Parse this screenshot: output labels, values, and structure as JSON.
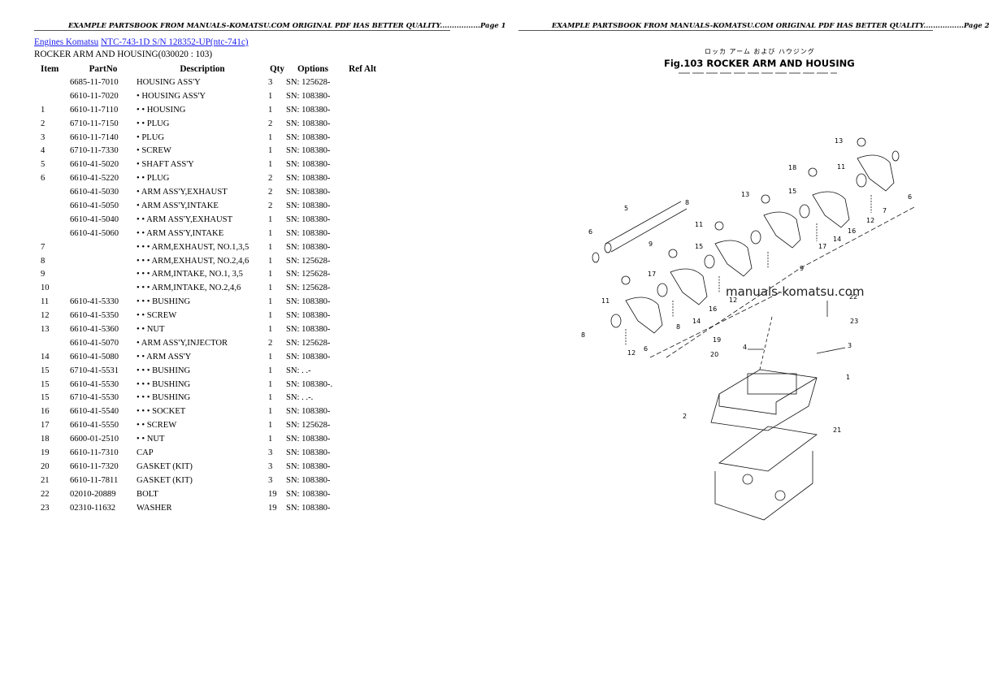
{
  "header": {
    "left": "EXAMPLE PARTSBOOK FROM MANUALS-KOMATSU.COM ORIGINAL PDF HAS BETTER QUALITY.................Page 1",
    "right": "EXAMPLE PARTSBOOK FROM MANUALS-KOMATSU.COM ORIGINAL PDF HAS BETTER QUALITY.................Page 2"
  },
  "breadcrumb": {
    "link1": "Engines Komatsu",
    "link2": "NTC-743-1D S/N 128352-UP(ntc-741c)"
  },
  "subtitle": "ROCKER ARM AND HOUSING(030020 : 103)",
  "columns": [
    "Item",
    "PartNo",
    "Description",
    "Qty",
    "Options",
    "Ref Alt"
  ],
  "rows": [
    [
      "",
      "6685-11-7010",
      "HOUSING ASS'Y",
      "3",
      "SN: 125628-",
      ""
    ],
    [
      "",
      "6610-11-7020",
      "• HOUSING ASS'Y",
      "1",
      "SN: 108380-",
      ""
    ],
    [
      "1",
      "6610-11-7110",
      "• • HOUSING",
      "1",
      "SN: 108380-",
      ""
    ],
    [
      "2",
      "6710-11-7150",
      "• • PLUG",
      "2",
      "SN: 108380-",
      ""
    ],
    [
      "3",
      "6610-11-7140",
      "• PLUG",
      "1",
      "SN: 108380-",
      ""
    ],
    [
      "4",
      "6710-11-7330",
      "• SCREW",
      "1",
      "SN: 108380-",
      ""
    ],
    [
      "5",
      "6610-41-5020",
      "• SHAFT ASS'Y",
      "1",
      "SN: 108380-",
      ""
    ],
    [
      "6",
      "6610-41-5220",
      "• • PLUG",
      "2",
      "SN: 108380-",
      ""
    ],
    [
      "",
      "6610-41-5030",
      "• ARM ASS'Y,EXHAUST",
      "2",
      "SN: 108380-",
      ""
    ],
    [
      "",
      "6610-41-5050",
      "• ARM ASS'Y,INTAKE",
      "2",
      "SN: 108380-",
      ""
    ],
    [
      "",
      "6610-41-5040",
      "• • ARM ASS'Y,EXHAUST",
      "1",
      "SN: 108380-",
      ""
    ],
    [
      "",
      "6610-41-5060",
      "• • ARM ASS'Y,INTAKE",
      "1",
      "SN: 108380-",
      ""
    ],
    [
      "7",
      "",
      "• • • ARM,EXHAUST, NO.1,3,5",
      "1",
      "SN: 108380-",
      ""
    ],
    [
      "8",
      "",
      "• • • ARM,EXHAUST, NO.2,4,6",
      "1",
      "SN: 125628-",
      ""
    ],
    [
      "9",
      "",
      "• • • ARM,INTAKE, NO.1, 3,5",
      "1",
      "SN: 125628-",
      ""
    ],
    [
      "10",
      "",
      "• • • ARM,INTAKE, NO.2,4,6",
      "1",
      "SN: 125628-",
      ""
    ],
    [
      "11",
      "6610-41-5330",
      "• • • BUSHING",
      "1",
      "SN: 108380-",
      ""
    ],
    [
      "12",
      "6610-41-5350",
      "• • SCREW",
      "1",
      "SN: 108380-",
      ""
    ],
    [
      "13",
      "6610-41-5360",
      "• • NUT",
      "1",
      "SN: 108380-",
      ""
    ],
    [
      "",
      "6610-41-5070",
      "• ARM ASS'Y,INJECTOR",
      "2",
      "SN: 125628-",
      ""
    ],
    [
      "14",
      "6610-41-5080",
      "• • ARM ASS'Y",
      "1",
      "SN: 108380-",
      ""
    ],
    [
      "15",
      "6710-41-5531",
      "• • • BUSHING",
      "1",
      "SN: . .-",
      ""
    ],
    [
      "15",
      "6610-41-5530",
      "• • • BUSHING",
      "1",
      "SN: 108380-.",
      ""
    ],
    [
      "15",
      "6710-41-5530",
      "• • • BUSHING",
      "1",
      "SN: . .-.",
      ""
    ],
    [
      "16",
      "6610-41-5540",
      "• • • SOCKET",
      "1",
      "SN: 108380-",
      ""
    ],
    [
      "17",
      "6610-41-5550",
      "• • SCREW",
      "1",
      "SN: 125628-",
      ""
    ],
    [
      "18",
      "6600-01-2510",
      "• • NUT",
      "1",
      "SN: 108380-",
      ""
    ],
    [
      "19",
      "6610-11-7310",
      "CAP",
      "3",
      "SN: 108380-",
      ""
    ],
    [
      "20",
      "6610-11-7320",
      "GASKET (KIT)",
      "3",
      "SN: 108380-",
      ""
    ],
    [
      "21",
      "6610-11-7811",
      "GASKET (KIT)",
      "3",
      "SN: 108380-",
      ""
    ],
    [
      "22",
      "02010-20889",
      "BOLT",
      "19",
      "SN: 108380-",
      ""
    ],
    [
      "23",
      "02310-11632",
      "WASHER",
      "19",
      "SN: 108380-",
      ""
    ]
  ],
  "figure": {
    "jp_title": "ロッカ アーム および ハウジング",
    "title": "Fig.103 ROCKER ARM AND HOUSING",
    "watermark": "manuals-komatsu.com",
    "callouts": [
      "13",
      "18",
      "11",
      "12",
      "7",
      "6",
      "16",
      "15",
      "14",
      "9",
      "17",
      "8",
      "5",
      "6",
      "13",
      "11",
      "15",
      "12",
      "14",
      "16",
      "17",
      "9",
      "8",
      "11",
      "12",
      "8",
      "22",
      "23",
      "3",
      "1",
      "19",
      "4",
      "20",
      "2",
      "21",
      "6"
    ]
  }
}
